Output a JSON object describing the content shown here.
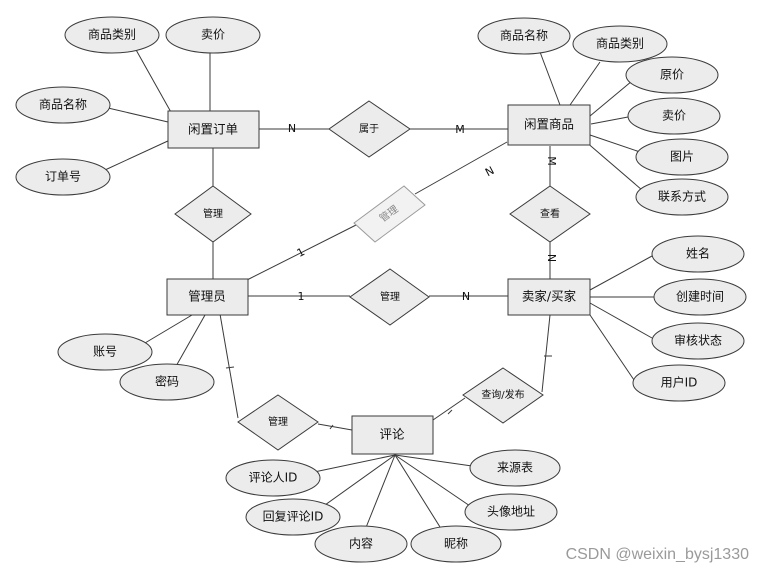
{
  "entities": {
    "order": "闲置订单",
    "product": "闲置商品",
    "admin": "管理员",
    "seller": "卖家/买家",
    "comment": "评论"
  },
  "relationships": {
    "belongs": "属于",
    "manage_order": "管理",
    "manage_product": "管理",
    "manage_user": "管理",
    "view": "查看",
    "manage_comment": "管理",
    "query_publish": "查询/发布"
  },
  "attributes": {
    "order": [
      "商品类别",
      "卖价",
      "商品名称",
      "订单号"
    ],
    "product": [
      "商品名称",
      "商品类别",
      "原价",
      "卖价",
      "图片",
      "联系方式"
    ],
    "admin": [
      "账号",
      "密码"
    ],
    "seller": [
      "姓名",
      "创建时间",
      "审核状态",
      "用户ID"
    ],
    "comment": [
      "来源表",
      "头像地址",
      "昵称",
      "内容",
      "回复评论ID",
      "评论人ID"
    ]
  },
  "cardinalities": {
    "order_belongs": "N",
    "belongs_product": "M",
    "product_manage": "N",
    "admin_manage_product": "1",
    "product_view": "M",
    "view_seller": "N",
    "admin_manage_user": "1",
    "manage_user_seller": "N"
  },
  "watermark": "CSDN @weixin_bysj1330"
}
